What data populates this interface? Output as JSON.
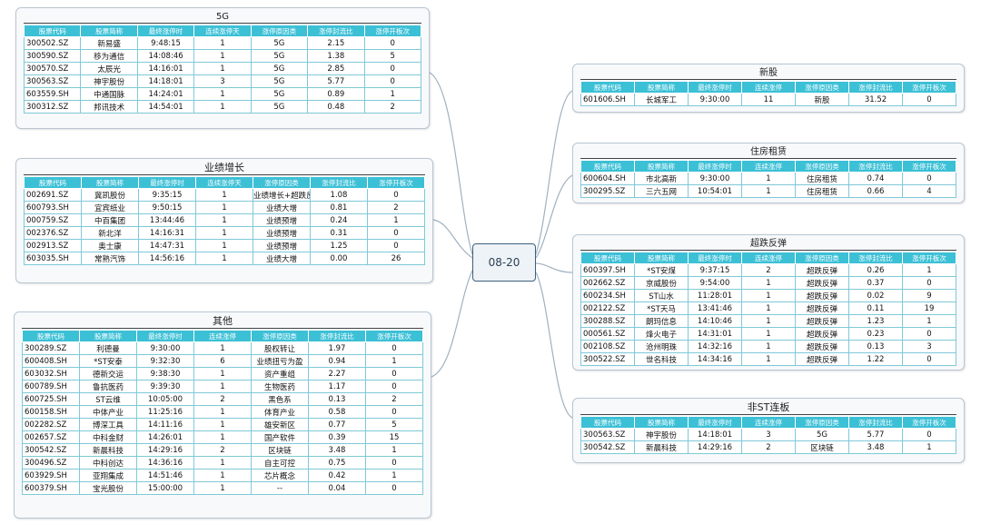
{
  "center": {
    "label": "08-20"
  },
  "columns": [
    "股票代码",
    "股票简称",
    "最终涨停时",
    "连续涨停天",
    "涨停原因类",
    "涨停封流比",
    "涨停开板次"
  ],
  "columns_other": [
    "股票代码",
    "股票简称",
    "最终涨停时",
    "连续涨停",
    "涨停原因类",
    "涨停封流比",
    "涨停开板次"
  ],
  "groups": [
    {
      "title": "5G",
      "rows": [
        [
          "300502.SZ",
          "新易盛",
          "9:48:15",
          "1",
          "5G",
          "2.15",
          "0"
        ],
        [
          "300590.SZ",
          "移为通信",
          "14:08:46",
          "1",
          "5G",
          "1.38",
          "5"
        ],
        [
          "300570.SZ",
          "太辰光",
          "14:16:01",
          "1",
          "5G",
          "2.85",
          "0"
        ],
        [
          "300563.SZ",
          "神宇股份",
          "14:18:01",
          "3",
          "5G",
          "5.77",
          "0"
        ],
        [
          "603559.SH",
          "中通国脉",
          "14:24:01",
          "1",
          "5G",
          "0.89",
          "1"
        ],
        [
          "300312.SZ",
          "邦讯技术",
          "14:54:01",
          "1",
          "5G",
          "0.48",
          "2"
        ]
      ]
    },
    {
      "title": "业绩增长",
      "rows": [
        [
          "002691.SZ",
          "冀凯股份",
          "9:35:15",
          "1",
          "业绩增长+超跌反弹",
          "1.08",
          "0"
        ],
        [
          "600793.SH",
          "宜宾纸业",
          "9:50:15",
          "1",
          "业绩大增",
          "0.81",
          "2"
        ],
        [
          "000759.SZ",
          "中百集团",
          "13:44:46",
          "1",
          "业绩预增",
          "0.24",
          "1"
        ],
        [
          "002376.SZ",
          "新北洋",
          "14:16:31",
          "1",
          "业绩预增",
          "0.31",
          "0"
        ],
        [
          "002913.SZ",
          "奥士康",
          "14:47:31",
          "1",
          "业绩预增",
          "1.25",
          "0"
        ],
        [
          "603035.SH",
          "常熟汽饰",
          "14:56:16",
          "1",
          "业绩大增",
          "0.00",
          "26"
        ]
      ]
    },
    {
      "title": "其他",
      "rows": [
        [
          "300289.SZ",
          "利德曼",
          "9:30:00",
          "1",
          "股权转让",
          "1.97",
          "0"
        ],
        [
          "600408.SH",
          "*ST安泰",
          "9:32:30",
          "6",
          "业绩扭亏为盈",
          "0.94",
          "1"
        ],
        [
          "603032.SH",
          "德新交运",
          "9:38:30",
          "1",
          "资产重组",
          "2.27",
          "0"
        ],
        [
          "600789.SH",
          "鲁抗医药",
          "9:39:30",
          "1",
          "生物医药",
          "1.17",
          "0"
        ],
        [
          "600725.SH",
          "ST云维",
          "10:05:00",
          "2",
          "黑色系",
          "0.13",
          "2"
        ],
        [
          "600158.SH",
          "中体产业",
          "11:25:16",
          "1",
          "体育产业",
          "0.58",
          "0"
        ],
        [
          "002282.SZ",
          "博深工具",
          "14:11:16",
          "1",
          "雄安新区",
          "0.77",
          "5"
        ],
        [
          "002657.SZ",
          "中科金财",
          "14:26:01",
          "1",
          "国产软件",
          "0.39",
          "15"
        ],
        [
          "300542.SZ",
          "新晨科技",
          "14:29:16",
          "2",
          "区块链",
          "3.48",
          "1"
        ],
        [
          "300496.SZ",
          "中科创达",
          "14:36:16",
          "1",
          "自主可控",
          "0.75",
          "0"
        ],
        [
          "603929.SH",
          "亚翔集成",
          "14:51:46",
          "1",
          "芯片概念",
          "0.42",
          "1"
        ],
        [
          "600379.SH",
          "宝光股份",
          "15:00:00",
          "1",
          "--",
          "0.04",
          "0"
        ]
      ]
    },
    {
      "title": "新股",
      "rows": [
        [
          "601606.SH",
          "长城军工",
          "9:30:00",
          "11",
          "新股",
          "31.52",
          "0"
        ]
      ]
    },
    {
      "title": "住房租赁",
      "rows": [
        [
          "600604.SH",
          "市北高新",
          "9:30:00",
          "1",
          "住房租赁",
          "0.74",
          "0"
        ],
        [
          "300295.SZ",
          "三六五网",
          "10:54:01",
          "1",
          "住房租赁",
          "0.66",
          "4"
        ]
      ]
    },
    {
      "title": "超跌反弹",
      "rows": [
        [
          "600397.SH",
          "*ST安煤",
          "9:37:15",
          "2",
          "超跌反弹",
          "0.26",
          "1"
        ],
        [
          "002662.SZ",
          "京威股份",
          "9:54:00",
          "1",
          "超跌反弹",
          "0.37",
          "0"
        ],
        [
          "600234.SH",
          "ST山水",
          "11:28:01",
          "1",
          "超跌反弹",
          "0.02",
          "9"
        ],
        [
          "002122.SZ",
          "*ST天马",
          "13:41:46",
          "1",
          "超跌反弹",
          "0.11",
          "19"
        ],
        [
          "300288.SZ",
          "朗玛信息",
          "14:10:46",
          "1",
          "超跌反弹",
          "1.23",
          "1"
        ],
        [
          "000561.SZ",
          "烽火电子",
          "14:31:01",
          "1",
          "超跌反弹",
          "0.23",
          "0"
        ],
        [
          "002108.SZ",
          "沧州明珠",
          "14:32:16",
          "1",
          "超跌反弹",
          "0.13",
          "3"
        ],
        [
          "300522.SZ",
          "世名科技",
          "14:34:16",
          "1",
          "超跌反弹",
          "1.22",
          "0"
        ]
      ]
    },
    {
      "title": "非ST连板",
      "rows": [
        [
          "300563.SZ",
          "神宇股份",
          "14:18:01",
          "3",
          "5G",
          "5.77",
          "0"
        ],
        [
          "300542.SZ",
          "新晨科技",
          "14:29:16",
          "2",
          "区块链",
          "3.48",
          "1"
        ]
      ]
    }
  ]
}
